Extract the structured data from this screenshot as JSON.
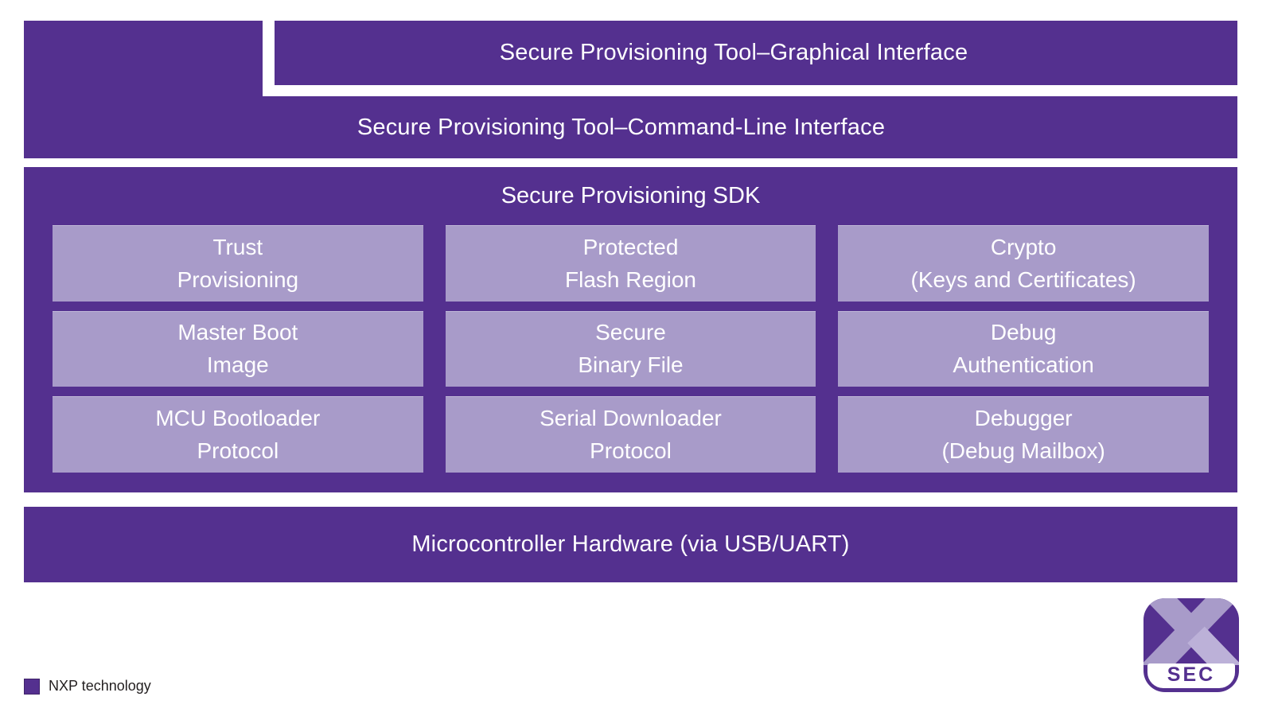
{
  "colors": {
    "dark_purple": "#54308F",
    "light_purple": "#A89BC9",
    "x_highlight": "#BCB1D8",
    "background": "#FFFFFF",
    "legend_text": "#231F20"
  },
  "layers": {
    "gui": {
      "label": "Secure Provisioning Tool–Graphical Interface"
    },
    "cli": {
      "label": "Secure Provisioning Tool–Command-Line Interface"
    },
    "sdk": {
      "title": "Secure Provisioning SDK",
      "modules": [
        {
          "line1": "Trust",
          "line2": "Provisioning"
        },
        {
          "line1": "Protected",
          "line2": "Flash Region"
        },
        {
          "line1": "Crypto",
          "line2": "(Keys and Certificates)"
        },
        {
          "line1": "Master Boot",
          "line2": "Image"
        },
        {
          "line1": "Secure",
          "line2": "Binary File"
        },
        {
          "line1": "Debug",
          "line2": "Authentication"
        },
        {
          "line1": "MCU Bootloader",
          "line2": "Protocol"
        },
        {
          "line1": "Serial Downloader",
          "line2": "Protocol"
        },
        {
          "line1": "Debugger",
          "line2": "(Debug Mailbox)"
        }
      ]
    },
    "hardware": {
      "label": "Microcontroller Hardware (via USB/UART)"
    }
  },
  "logo": {
    "letter": "X",
    "caption": "SEC"
  },
  "legend": {
    "label": "NXP technology"
  }
}
